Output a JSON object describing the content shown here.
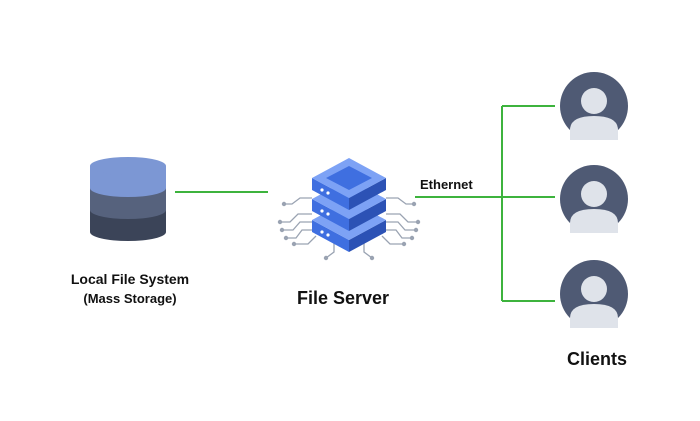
{
  "storage": {
    "title": "Local File System",
    "subtitle": "(Mass Storage)"
  },
  "server": {
    "label": "File Server"
  },
  "link": {
    "label": "Ethernet"
  },
  "clients": {
    "label": "Clients",
    "count": 3
  },
  "colors": {
    "connector": "#3db33d",
    "server_blue": "#3f6fe0",
    "server_dark": "#2c52b5",
    "server_light": "#7da2f5",
    "disk_top": "#7c97d4",
    "disk_mid": "#56627d",
    "disk_bottom": "#3b4458",
    "avatar_bg": "#4f5a74",
    "avatar_fg": "#dfe3ea",
    "circuit": "#9aa3b2"
  }
}
